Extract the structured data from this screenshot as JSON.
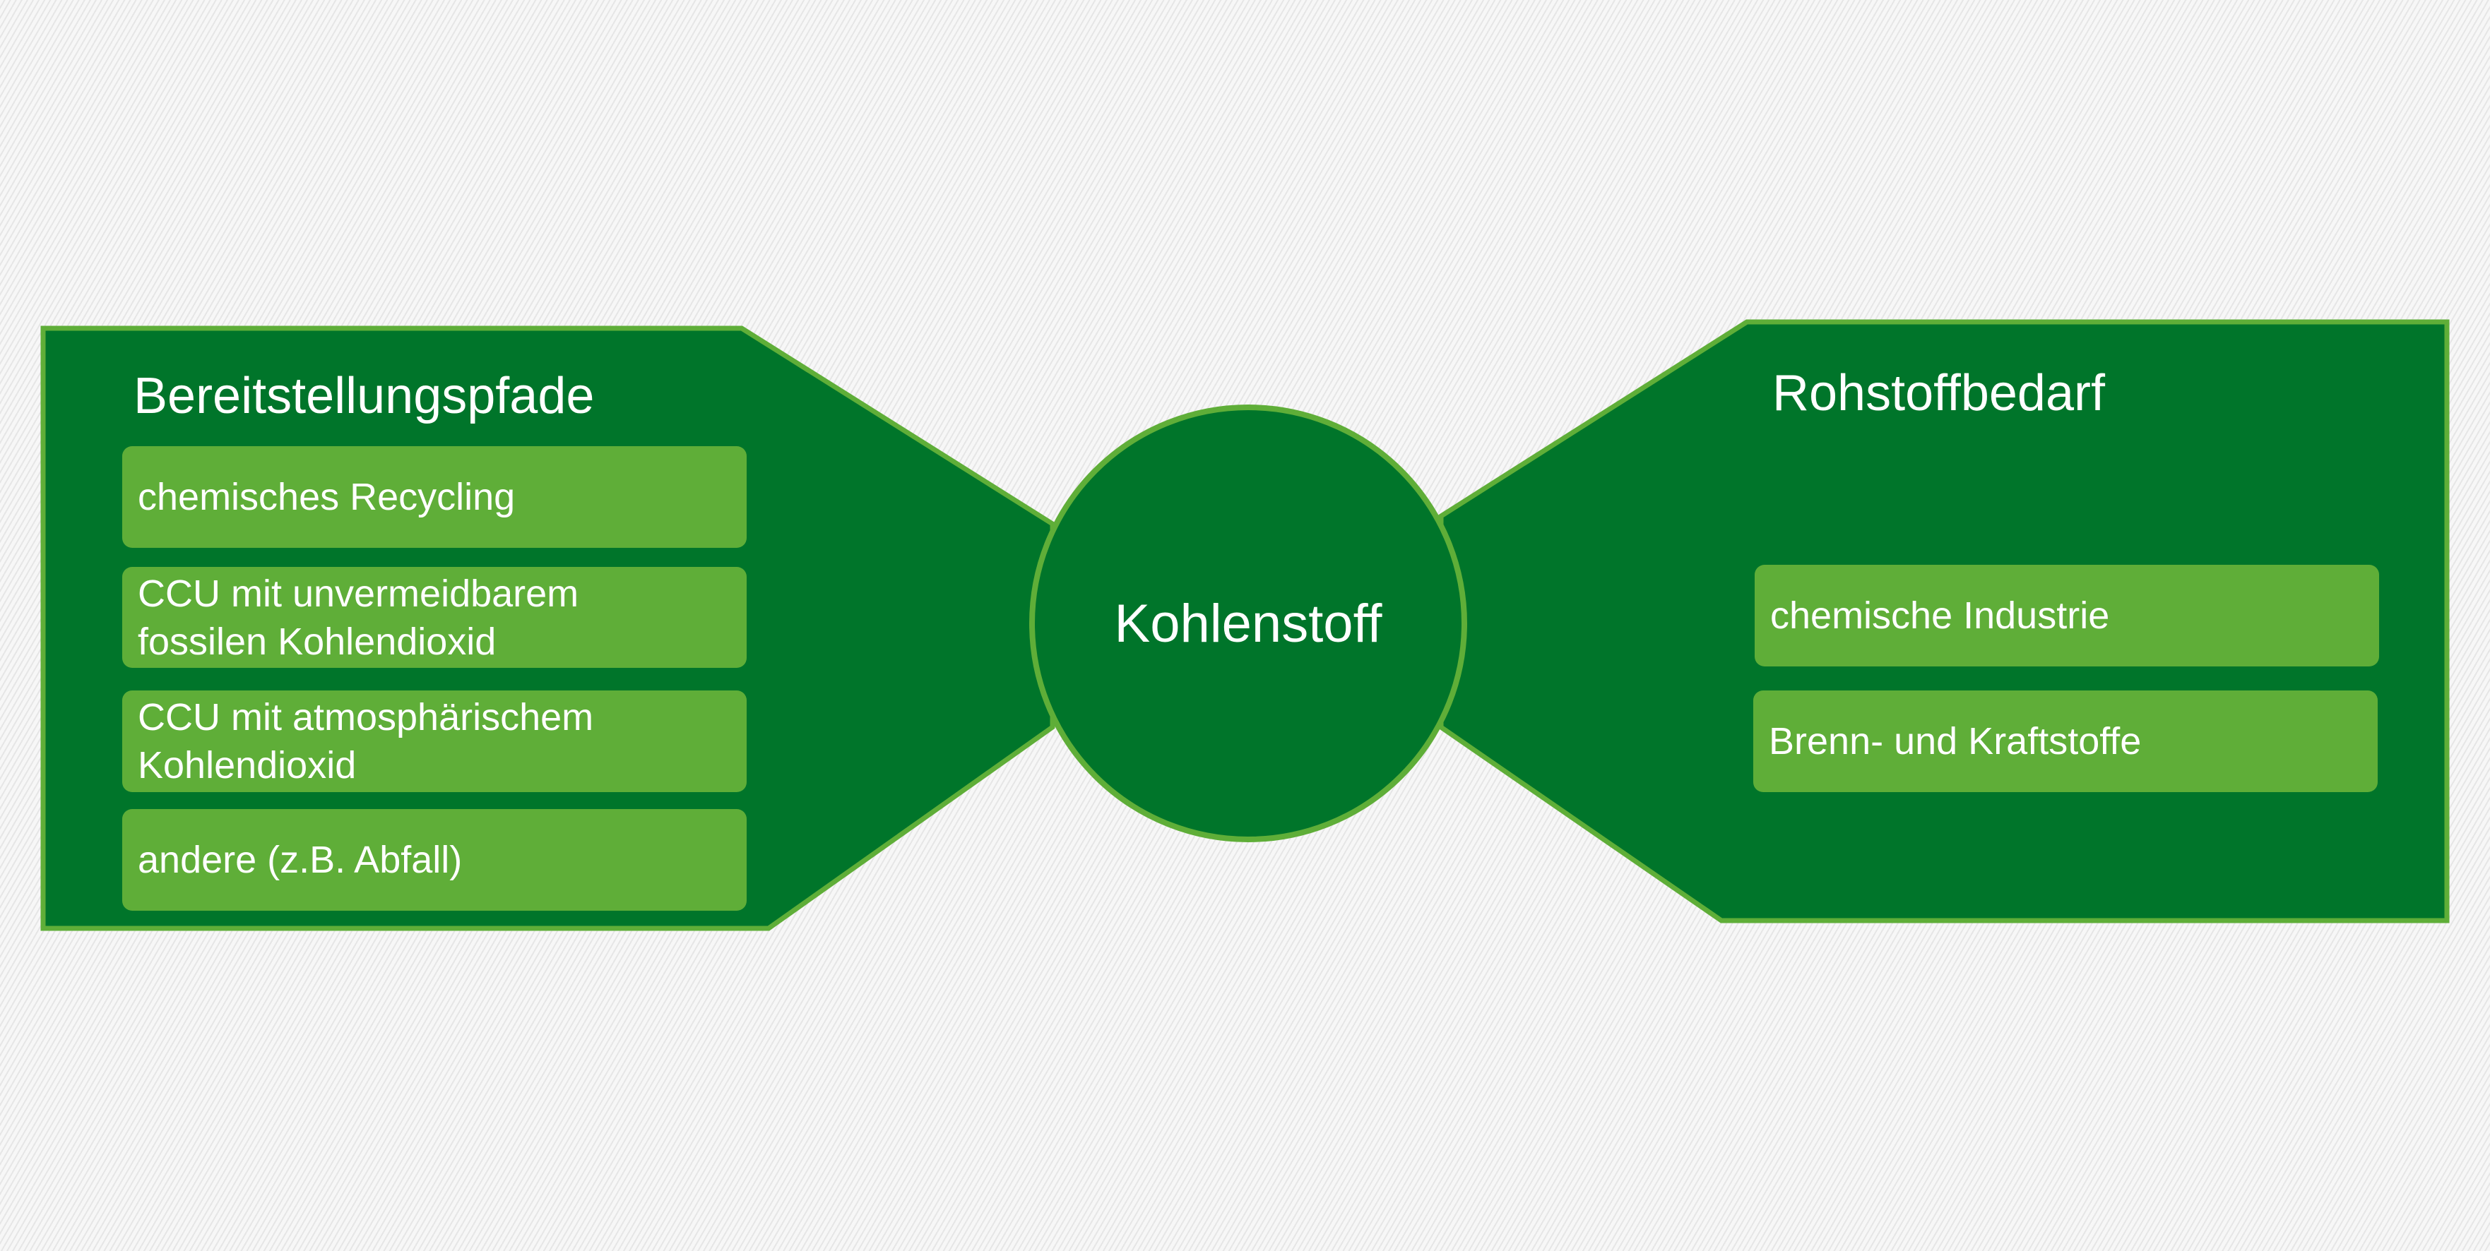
{
  "colors": {
    "dark": "#00752a",
    "light": "#5fae38"
  },
  "left": {
    "title": "Bereitstellungspfade",
    "items": [
      {
        "line1": "chemisches Recycling",
        "line2": ""
      },
      {
        "line1": "CCU mit unvermeidbarem",
        "line2": "fossilen Kohlendioxid"
      },
      {
        "line1": "CCU mit atmosphärischem",
        "line2": "Kohlendioxid"
      },
      {
        "line1": "andere (z.B. Abfall)",
        "line2": ""
      }
    ]
  },
  "center": {
    "label": "Kohlenstoff"
  },
  "right": {
    "title": "Rohstoffbedarf",
    "items": [
      "chemische Industrie",
      "Brenn- und Kraftstoffe"
    ]
  }
}
